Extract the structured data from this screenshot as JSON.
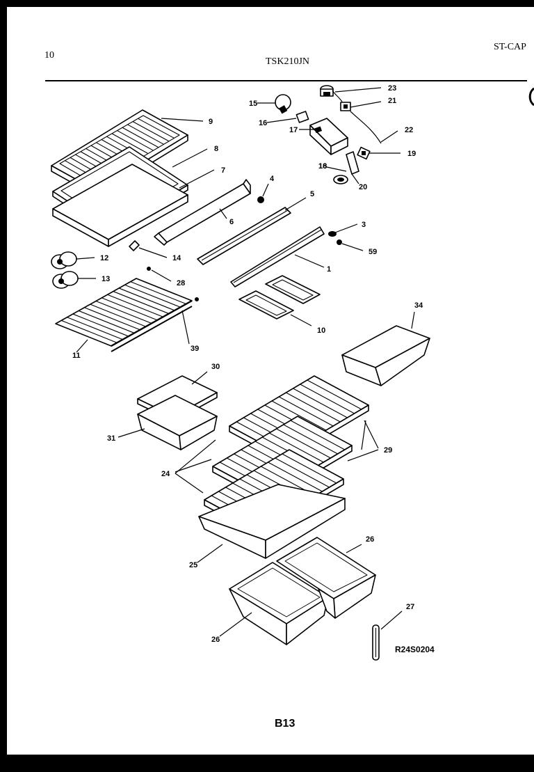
{
  "header": {
    "page_left": "10",
    "model": "TSK210JN",
    "section": "ST-CAP"
  },
  "callouts": [
    "23",
    "15",
    "21",
    "16",
    "9",
    "17",
    "22",
    "8",
    "18",
    "19",
    "7",
    "4",
    "5",
    "16",
    "20",
    "6",
    "3",
    "1",
    "14",
    "12",
    "59",
    "28",
    "13",
    "34",
    "10",
    "39",
    "11",
    "30",
    "31",
    "29",
    "24",
    "26",
    "25",
    "27",
    "26"
  ],
  "ref_code": "R24S0204",
  "page_footer": "B13"
}
